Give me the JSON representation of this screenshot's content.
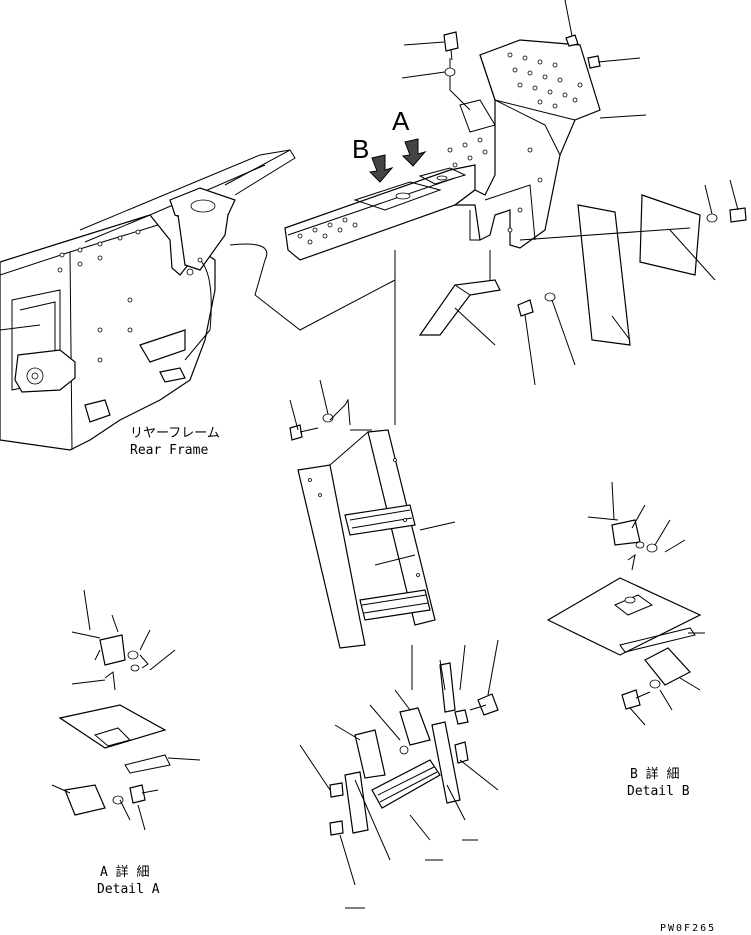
{
  "labels": {
    "rear_frame_jp": "リヤーフレーム",
    "rear_frame_en": "Rear Frame",
    "arrow_a": "A",
    "arrow_b": "B",
    "detail_a_jp": "A 詳 細",
    "detail_a_en": "Detail A",
    "detail_b_jp": "B 詳 細",
    "detail_b_en": "Detail B",
    "drawing_code": "PW0F265"
  }
}
